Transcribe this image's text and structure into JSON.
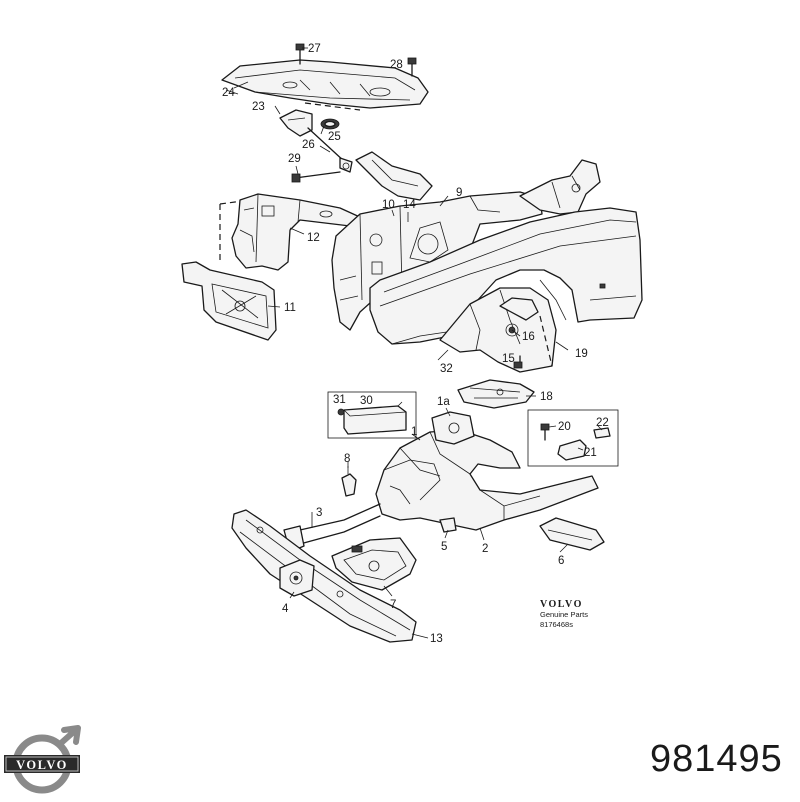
{
  "part_number": "981495",
  "logo": {
    "text": "VOLVO",
    "color": "#2a2a2a",
    "accent": "#8a8a8a"
  },
  "stamp": {
    "brand": "VOLVO",
    "line1": "Genuine Parts",
    "line2": "8176468s"
  },
  "callouts": {
    "c1": "1",
    "c1a": "1a",
    "c2": "2",
    "c3": "3",
    "c4": "4",
    "c5": "5",
    "c6": "6",
    "c7": "7",
    "c8": "8",
    "c9": "9",
    "c10": "10",
    "c11": "11",
    "c12": "12",
    "c13": "13",
    "c14": "14",
    "c15": "15",
    "c16": "16",
    "c18": "18",
    "c19": "19",
    "c20": "20",
    "c21": "21",
    "c22": "22",
    "c23": "23",
    "c24": "24",
    "c25": "25",
    "c26": "26",
    "c27": "27",
    "c28": "28",
    "c29": "29",
    "c30": "30",
    "c31": "31",
    "c32": "32"
  }
}
